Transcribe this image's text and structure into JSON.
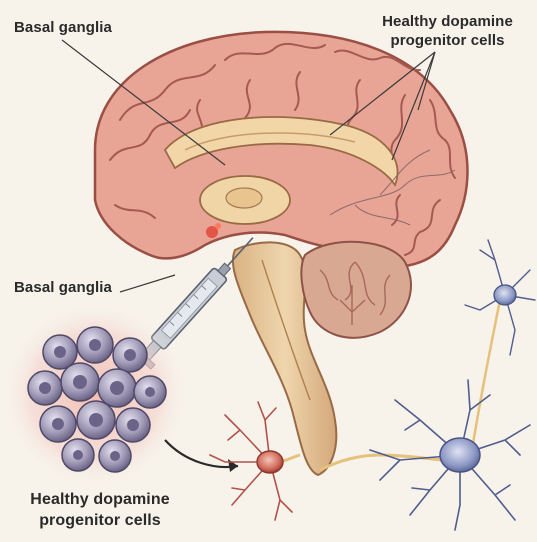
{
  "labels": {
    "top_left": "Basal ganglia",
    "top_right_line1": "Healthy dopamine",
    "top_right_line2": "progenitor cells",
    "mid_left": "Basal ganglia",
    "bottom_left_line1": "Healthy dopamine",
    "bottom_left_line2": "progenitor cells"
  },
  "colors": {
    "background": "#f7f2ea",
    "brain_fill": "#e8a596",
    "brain_stroke": "#9a4e44",
    "stem_fill": "#e6c79a",
    "cerebellum_fill": "#d9a893",
    "neuron_blue": "#6f7fb0",
    "neuron_red": "#c8574d",
    "cell_cluster": "#8c84a3",
    "syringe": "#c9ced6"
  }
}
